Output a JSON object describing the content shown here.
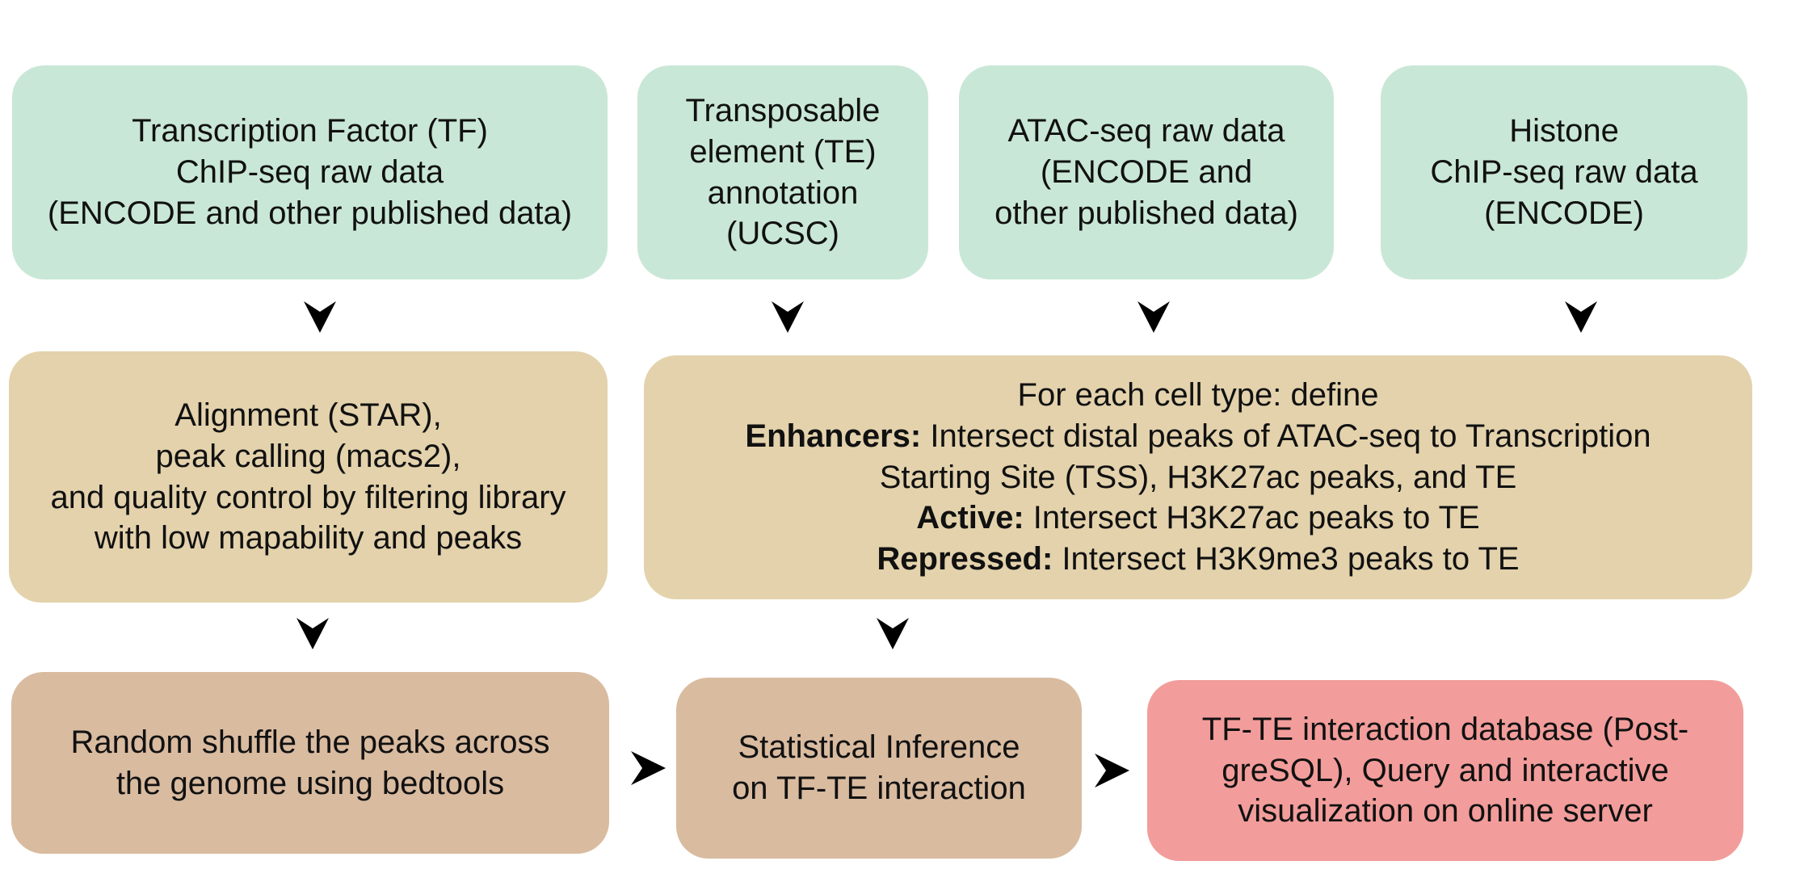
{
  "row1": {
    "tf": [
      "Transcription Factor (TF)",
      "ChIP-seq raw data",
      "(ENCODE and other published data)"
    ],
    "te": [
      "Transposable",
      "element  (TE)",
      "annotation",
      "(UCSC)"
    ],
    "atac": [
      "ATAC-seq raw data",
      "(ENCODE and",
      "other published data)"
    ],
    "histone": [
      "Histone",
      "ChIP-seq raw data",
      "(ENCODE)"
    ]
  },
  "row2": {
    "alignment": [
      "Alignment (STAR),",
      "peak calling (macs2),",
      "and quality control by filtering library",
      "with low mapability and peaks"
    ],
    "define": {
      "heading": "For each cell type: define",
      "enhancers_label": "Enhancers:",
      "enhancers_text": " Intersect distal peaks of ATAC-seq to Transcription",
      "enhancers_text2": "Starting Site (TSS), H3K27ac peaks, and TE",
      "active_label": "Active:",
      "active_text": " Intersect H3K27ac peaks to TE",
      "repressed_label": "Repressed:",
      "repressed_text": " Intersect H3K9me3 peaks to TE"
    }
  },
  "row3": {
    "shuffle": [
      "Random shuffle the peaks across",
      "the genome using bedtools"
    ],
    "inference": [
      "Statistical Inference",
      "on TF-TE interaction"
    ],
    "database": [
      "TF-TE interaction database (Post-",
      "greSQL), Query and interactive",
      "visualization on online server"
    ]
  },
  "colors": {
    "input": "#c9e7d6",
    "process": "#e3d2ac",
    "analysis": "#d9bba0",
    "output": "#f29d9b",
    "arrow": "#000000"
  }
}
